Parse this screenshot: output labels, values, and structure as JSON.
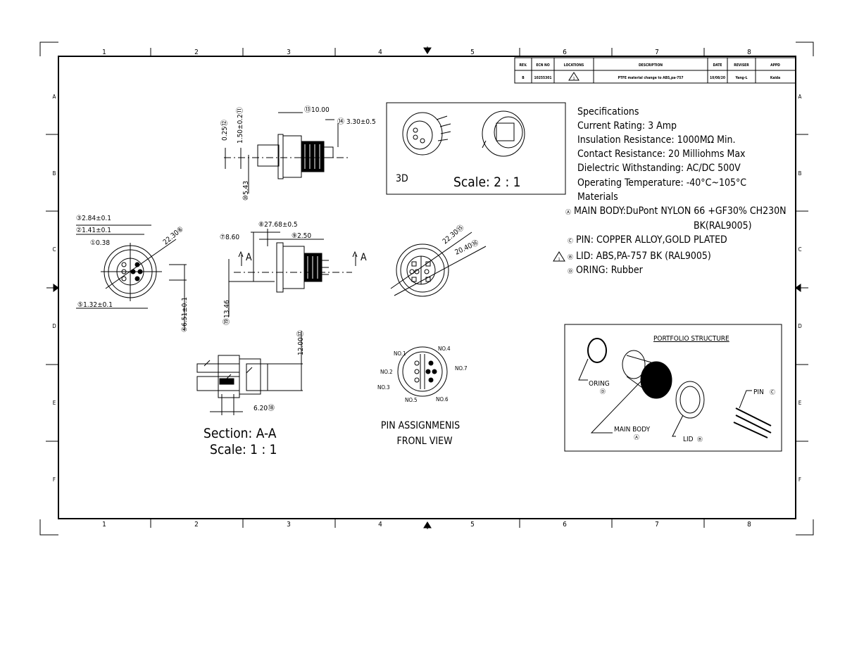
{
  "grid": {
    "columns": [
      "1",
      "2",
      "3",
      "4",
      "5",
      "6",
      "7",
      "8"
    ],
    "rows": [
      "A",
      "B",
      "C",
      "D",
      "E",
      "F"
    ]
  },
  "revision_table": {
    "headers": [
      "REV.",
      "ECN NO",
      "LOCATIONS",
      "DESCRIPTION",
      "DATE",
      "REVISER",
      "APPD"
    ],
    "row": {
      "rev": "B",
      "ecn": "10255301",
      "location_icon": "revision-triangle-1",
      "location_mark": "1",
      "description": "PTFE material change to ABS,pa-757",
      "date": "10/08/20",
      "reviser": "Yang-L",
      "appd": "Kaida"
    }
  },
  "specifications": {
    "title": "Specifications",
    "lines": [
      "Current Rating: 3 Amp",
      "Insulation Resistance: 1000MΩ Min.",
      "Contact Resistance: 20 Milliohms Max",
      "Dielectric Withstanding: AC/DC 500V",
      "Operating Temperature: -40°C~105°C"
    ],
    "materials_title": "Materials",
    "materials": [
      {
        "marker": "Ⓐ",
        "text": "MAIN BODY:DuPont NYLON 66 +GF30% CH230N"
      },
      {
        "marker": "",
        "text": "BK(RAL9005)"
      },
      {
        "marker": "Ⓒ",
        "text": "PIN: COPPER ALLOY,GOLD PLATED"
      },
      {
        "marker": "Ⓑ",
        "text": "LID: ABS,PA-757 BK (RAL9005)"
      },
      {
        "marker": "Ⓓ",
        "text": "ORING:  Rubber"
      }
    ],
    "revision_mark": "1"
  },
  "view_3d": {
    "label": "3D",
    "scale": "Scale: 2 : 1"
  },
  "side_view_top": {
    "dims": [
      "0.25⑫",
      "1.50±0.2⑪",
      "⑬10.00",
      "⑭ 3.30±0.5",
      "⑩5.43"
    ]
  },
  "front_view_left": {
    "dims": [
      "③2.84±0.1",
      "②1.41±0.1",
      "①0.38",
      "22.30⑥",
      "⑤1.32±0.1",
      "④6.51±0.1"
    ]
  },
  "side_view_mid": {
    "dims": [
      "⑦8.60",
      "⑧27.68±0.5",
      "⑨2.50",
      "⑲13.46"
    ],
    "section_marks": [
      "A",
      "A"
    ]
  },
  "rear_view": {
    "dims": [
      "22.30⑮",
      "20.40⑯"
    ]
  },
  "section": {
    "dims": [
      "12.00⑰",
      "6.20⑱"
    ],
    "title": "Section: A-A",
    "scale": "Scale: 1 : 1"
  },
  "pin_assignments": {
    "pins": [
      "NO.1",
      "NO.2",
      "NO.3",
      "NO.4",
      "NO.5",
      "NO.6",
      "NO.7"
    ],
    "title_line1": "PIN ASSIGNMENIS",
    "title_line2": "FRONL VIEW"
  },
  "portfolio": {
    "title": "PORTFOLIO STRUCTURE",
    "oring": "ORING",
    "oring_marker": "Ⓓ",
    "main_body": "MAIN BODY",
    "main_body_marker": "Ⓐ",
    "lid": "LID",
    "lid_marker": "Ⓑ",
    "pin": "PIN",
    "pin_marker": "Ⓒ"
  }
}
